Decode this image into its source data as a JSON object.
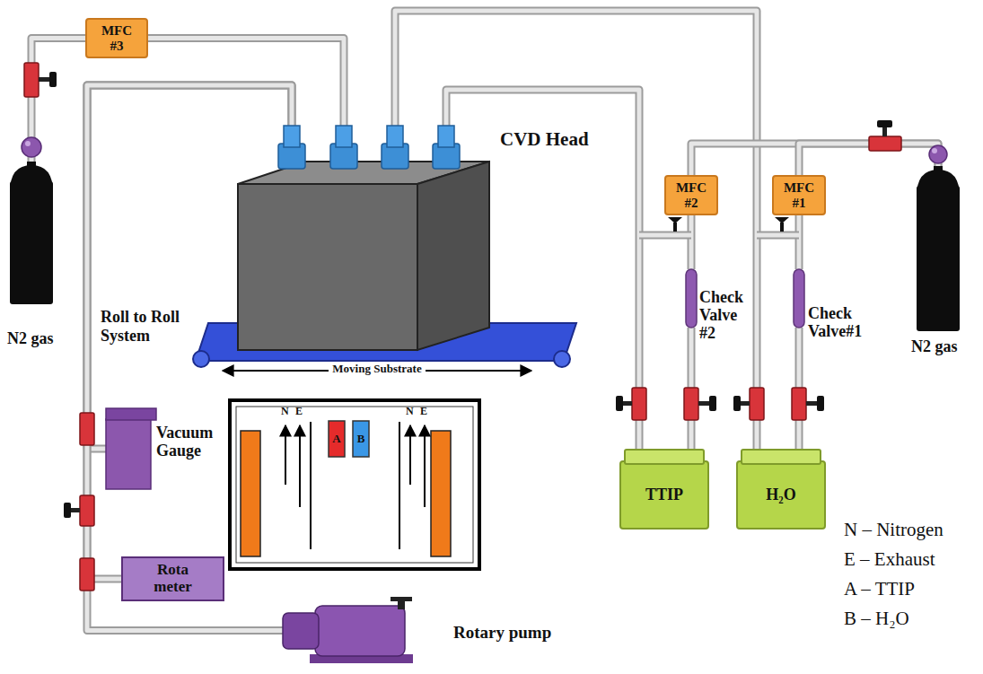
{
  "diagram": {
    "nodes": [
      {
        "text": [
          "MFC #3"
        ]
      },
      {
        "text": [
          "CVD Head"
        ]
      },
      {
        "text": [
          "MFC #2"
        ]
      },
      {
        "text": [
          "MFC #1"
        ]
      },
      {
        "text": [
          "Check Valve #2"
        ]
      },
      {
        "text": [
          "Check Valve#1"
        ]
      },
      {
        "text": [
          "TTIP"
        ]
      },
      {
        "text": [
          "H₂O"
        ]
      },
      {
        "text": [
          "N2 gas"
        ]
      },
      {
        "text": [
          "N2 gas"
        ]
      },
      {
        "text": [
          "Vacuum Gauge"
        ]
      },
      {
        "text": [
          "Rota meter"
        ]
      },
      {
        "text": [
          "Rotary pump"
        ]
      },
      {
        "text": [
          "A"
        ]
      },
      {
        "text": [
          "B"
        ]
      }
    ],
    "edges": [
      {
        "from": 8,
        "to": 0,
        "arrow": "none"
      },
      {
        "from": 0,
        "to": 1,
        "arrow": "none"
      },
      {
        "from": 1,
        "to": 10,
        "arrow": "none"
      },
      {
        "from": 1,
        "to": 11,
        "arrow": "none"
      },
      {
        "from": 1,
        "to": 12,
        "arrow": "none"
      },
      {
        "from": 1,
        "to": 7,
        "arrow": "none"
      },
      {
        "from": 1,
        "to": 6,
        "arrow": "none"
      },
      {
        "from": 9,
        "to": 2,
        "arrow": "none"
      },
      {
        "from": 9,
        "to": 3,
        "arrow": "none"
      },
      {
        "from": 2,
        "to": 4,
        "arrow": "none"
      },
      {
        "from": 4,
        "to": 6,
        "arrow": "none"
      },
      {
        "from": 3,
        "to": 5,
        "arrow": "none"
      },
      {
        "from": 5,
        "to": 7,
        "arrow": "none"
      }
    ],
    "labels": [
      "Roll to Roll System",
      "Moving Substrate",
      "N",
      "E",
      "N",
      "E",
      "N – Nitrogen",
      "E – Exhaust",
      "A – TTIP",
      "B – H₂O"
    ]
  }
}
